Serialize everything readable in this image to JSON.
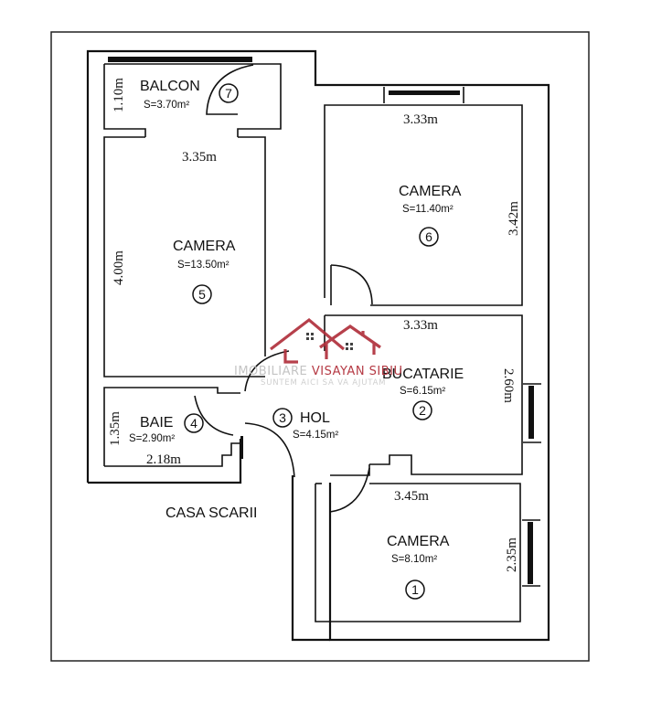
{
  "plan": {
    "rooms": [
      {
        "id": "balcon",
        "name": "BALCON",
        "area": "S=3.70m²",
        "number": "7",
        "dims": [
          "1.10m"
        ]
      },
      {
        "id": "camera5",
        "name": "CAMERA",
        "area": "S=13.50m²",
        "number": "5",
        "dims": [
          "3.35m",
          "4.00m"
        ]
      },
      {
        "id": "camera6",
        "name": "CAMERA",
        "area": "S=11.40m²",
        "number": "6",
        "dims": [
          "3.33m",
          "3.42m"
        ]
      },
      {
        "id": "bucatarie",
        "name": "BUCATARIE",
        "area": "S=6.15m²",
        "number": "2",
        "dims": [
          "3.33m",
          "2.60m"
        ]
      },
      {
        "id": "hol",
        "name": "HOL",
        "area": "S=4.15m²",
        "number": "3",
        "dims": []
      },
      {
        "id": "baie",
        "name": "BAIE",
        "area": "S=2.90m²",
        "number": "4",
        "dims": [
          "1.35m",
          "2.18m"
        ]
      },
      {
        "id": "camera1",
        "name": "CAMERA",
        "area": "S=8.10m²",
        "number": "1",
        "dims": [
          "3.45m",
          "2.35m"
        ]
      }
    ],
    "outside_label": "CASA SCARII"
  },
  "watermark": {
    "line1_grey": "IMOBILIARE ",
    "line1_red": "VISAYAN SIBIU",
    "line2": "SUNTEM AICI SA VA AJUTAM",
    "brand_color": "#b0303c"
  }
}
